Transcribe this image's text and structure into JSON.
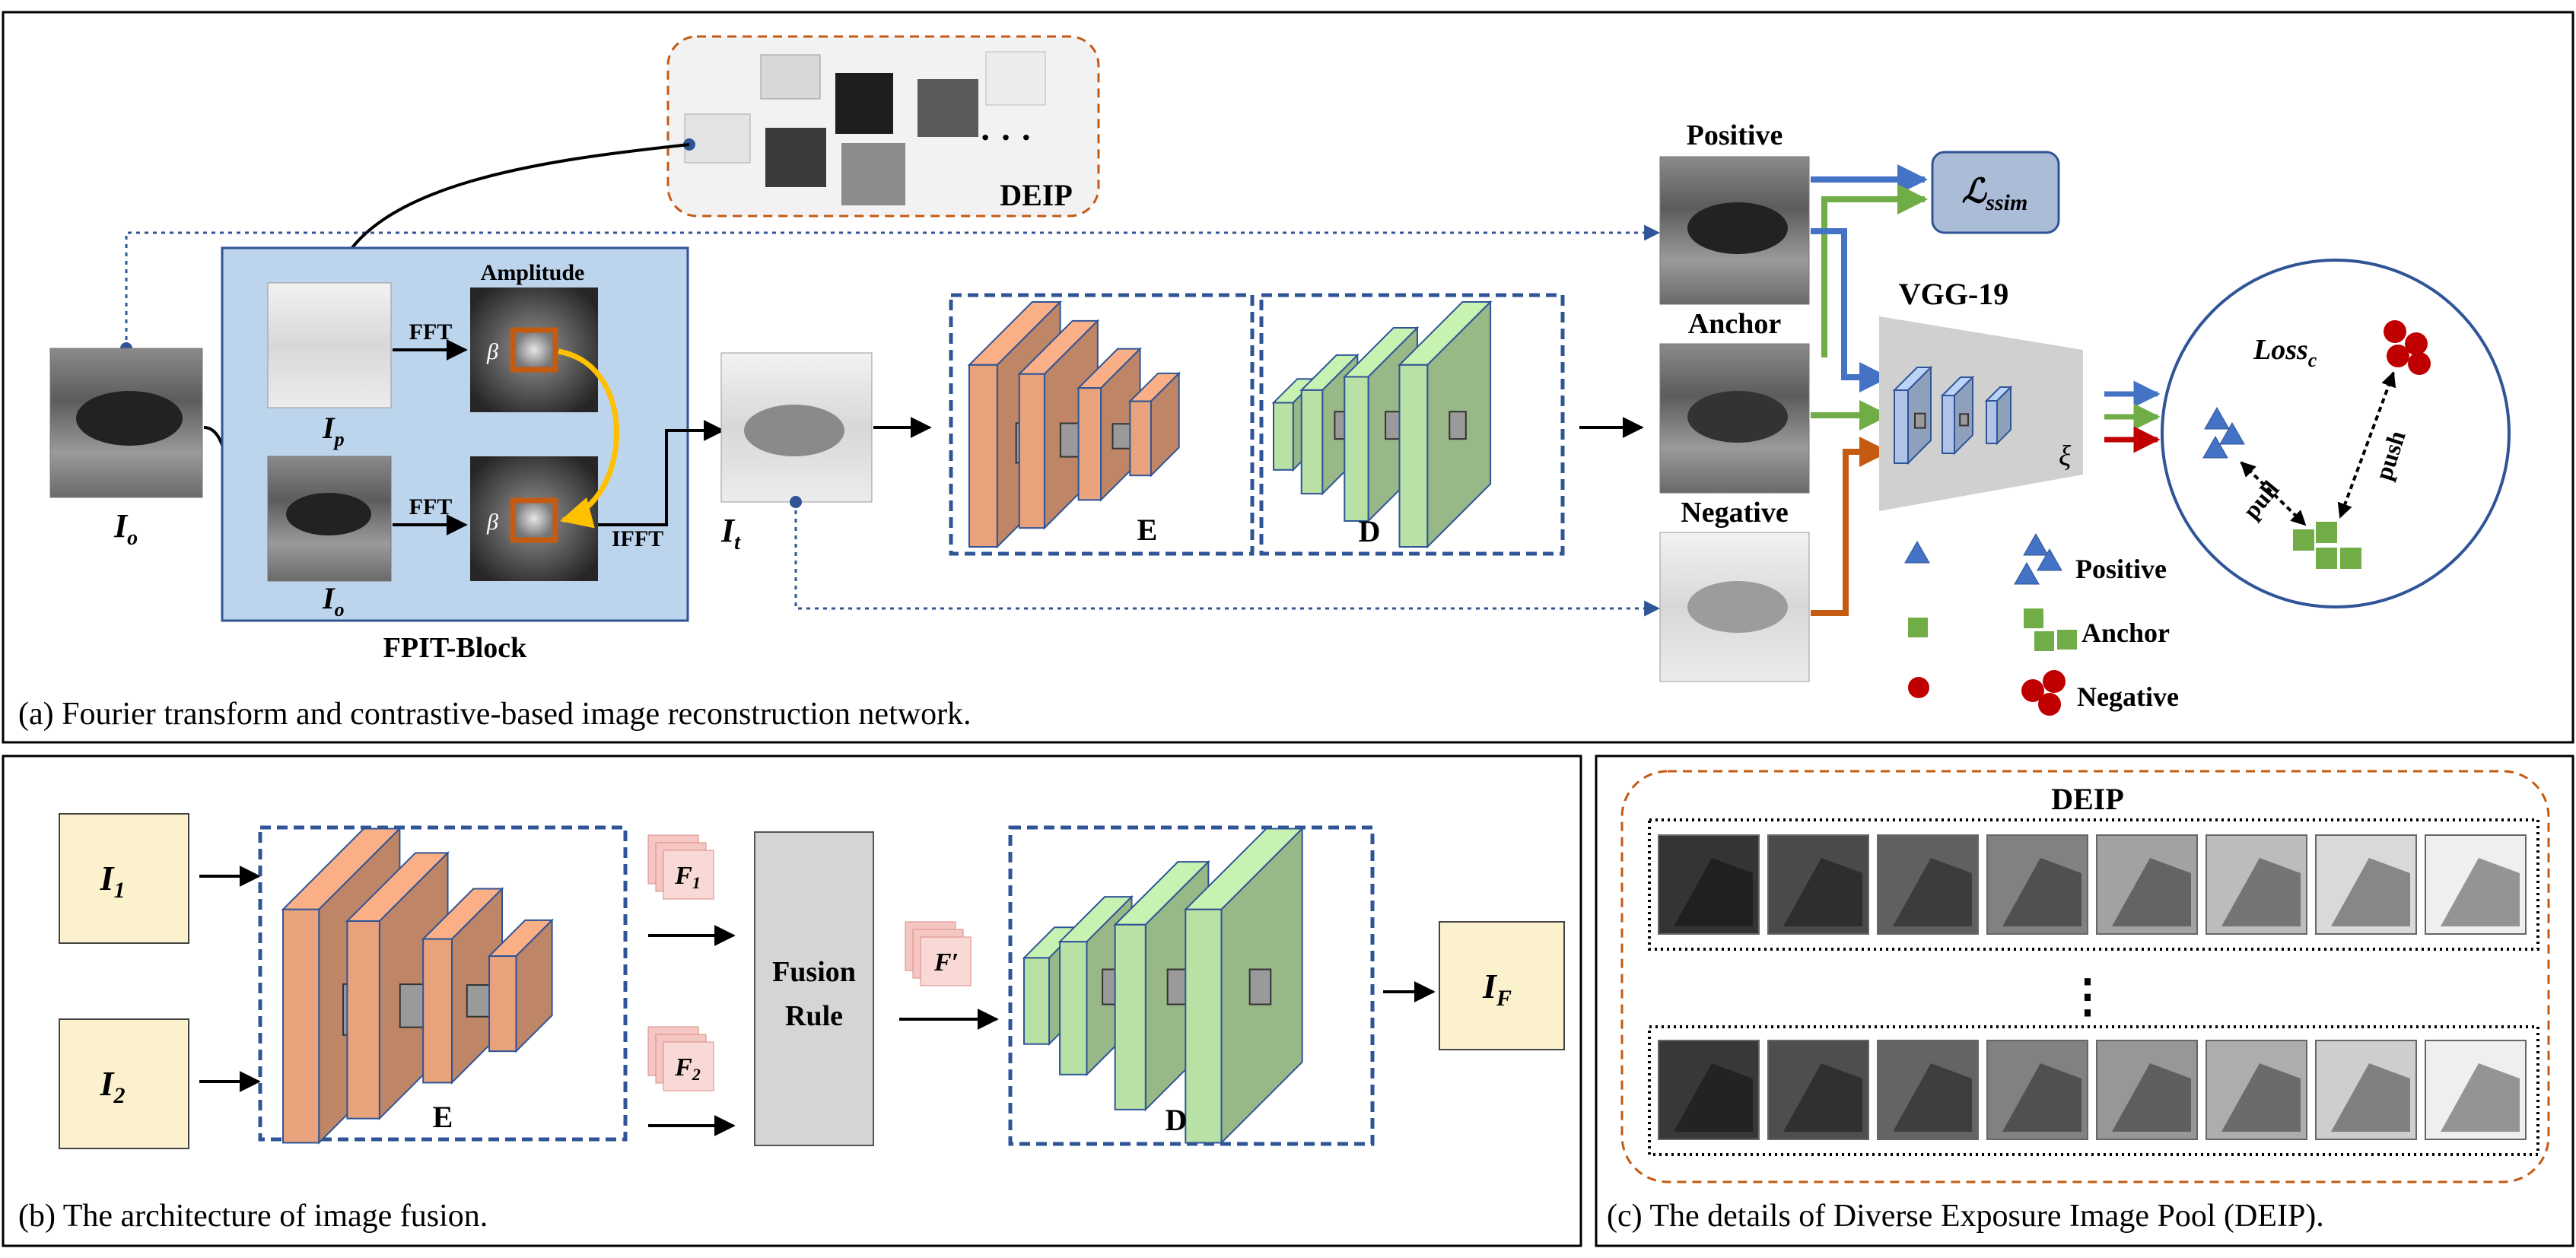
{
  "panel_a": {
    "caption": "(a) Fourier transform and contrastive-based image reconstruction network.",
    "deip_label": "DEIP",
    "deip_dots": "· · ·",
    "fpit_block_label": "FPIT-Block",
    "amplitude_label": "Amplitude",
    "fft_label": "FFT",
    "ifft_label": "IFFT",
    "beta_symbol": "β",
    "io_main": "I",
    "io_sub": "o",
    "ip_main": "I",
    "ip_sub": "p",
    "it_main": "I",
    "it_sub": "t",
    "encoder_label": "E",
    "decoder_label": "D",
    "positive_label": "Positive",
    "anchor_label": "Anchor",
    "negative_label": "Negative",
    "loss_ssim_main": "ℒ",
    "loss_ssim_sub": "ssim",
    "vgg_label": "VGG-19",
    "xi_symbol": "ξ",
    "loss_c_main": "Loss",
    "loss_c_sub": "c",
    "pull_label": "pull",
    "push_label": "push",
    "legend": {
      "positive": "Positive",
      "anchor": "Anchor",
      "negative": "Negative"
    }
  },
  "panel_b": {
    "caption": "(b) The architecture of image fusion.",
    "i1_main": "I",
    "i1_sub": "1",
    "i2_main": "I",
    "i2_sub": "2",
    "f1_main": "F",
    "f1_sub": "1",
    "f2_main": "F",
    "f2_sub": "2",
    "fprime": "F′",
    "fusion_rule_line1": "Fusion",
    "fusion_rule_line2": "Rule",
    "encoder_label": "E",
    "decoder_label": "D",
    "if_main": "I",
    "if_sub": "F"
  },
  "panel_c": {
    "caption": "(c) The details of Diverse Exposure Image Pool (DEIP).",
    "deip_label": "DEIP",
    "vdots": "⋮",
    "row1_brightness": [
      0.1,
      0.2,
      0.3,
      0.45,
      0.6,
      0.72,
      0.85,
      0.95
    ],
    "row2_brightness": [
      0.12,
      0.22,
      0.32,
      0.45,
      0.55,
      0.65,
      0.8,
      0.95
    ]
  },
  "colors": {
    "encoder": "#e8a27c",
    "decoder": "#b9e0a5",
    "fpit_bg": "#bcd4ec",
    "loss_box": "#aabcd6",
    "input_box": "#fbf1cd",
    "fusion_rule": "#d5d5d5",
    "arrow_blue": "#4472c4",
    "arrow_green": "#70ad47",
    "arrow_red": "#c00000",
    "arrow_orange": "#c55a11",
    "dash_navy": "#2f5597",
    "dash_orange": "#c55a11",
    "amplitude_box": "#c55a11",
    "yellow_arrow": "#ffc000"
  }
}
